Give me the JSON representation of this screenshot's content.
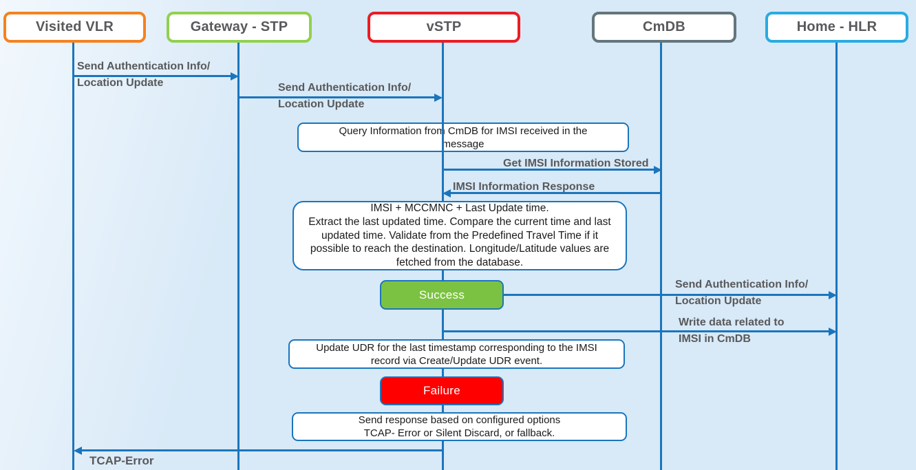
{
  "colors": {
    "background": "#D8E9F7",
    "background_edge": "#F2F8FD",
    "line": "#1B75BC",
    "arrow_label_text": "#58595B",
    "note_text": "#1A1A1A",
    "note_fill": "#FFFFFF",
    "actor_text": "#58595B"
  },
  "actors": [
    {
      "label": "Visited VLR",
      "border_color": "#F5821F"
    },
    {
      "label": "Gateway - STP",
      "border_color": "#92D050"
    },
    {
      "label": "vSTP",
      "border_color": "#EC1C24"
    },
    {
      "label": "CmDB",
      "border_color": "#64767C"
    },
    {
      "label": "Home - HLR",
      "border_color": "#29ABE2"
    }
  ],
  "messages": [
    {
      "label": "Send Authentication Info/\nLocation Update",
      "from": "Visited VLR",
      "to": "Gateway - STP"
    },
    {
      "label": "Send Authentication Info/\nLocation Update",
      "from": "Gateway - STP",
      "to": "vSTP"
    },
    {
      "label": "Get IMSI Information Stored",
      "from": "vSTP",
      "to": "CmDB"
    },
    {
      "label": "IMSI Information Response",
      "from": "CmDB",
      "to": "vSTP"
    },
    {
      "label": "Send Authentication Info/\nLocation Update",
      "from": "vSTP",
      "to": "Home - HLR"
    },
    {
      "label": "Write data related to\nIMSI in CmDB",
      "from": "vSTP",
      "to": "Home - HLR"
    },
    {
      "label": "TCAP-Error",
      "from": "vSTP",
      "to": "Visited VLR"
    }
  ],
  "notes": [
    {
      "text": "Query Information from CmDB for IMSI received in the\nmessage"
    },
    {
      "text": "IMSI + MCCMNC + Last Update time.\nExtract the last updated time. Compare the current time and last updated time. Validate from the Predefined Travel Time if it possible to reach the destination. Longitude/Latitude values are fetched from the database."
    },
    {
      "text": "Update UDR for the last timestamp corresponding to the IMSI\nrecord via Create/Update UDR event."
    },
    {
      "text": "Send response based on configured options\nTCAP- Error or Silent Discard, or fallback."
    }
  ],
  "status_boxes": [
    {
      "label": "Success",
      "fill": "#7CC242"
    },
    {
      "label": "Failure",
      "fill": "#FF0000"
    }
  ]
}
